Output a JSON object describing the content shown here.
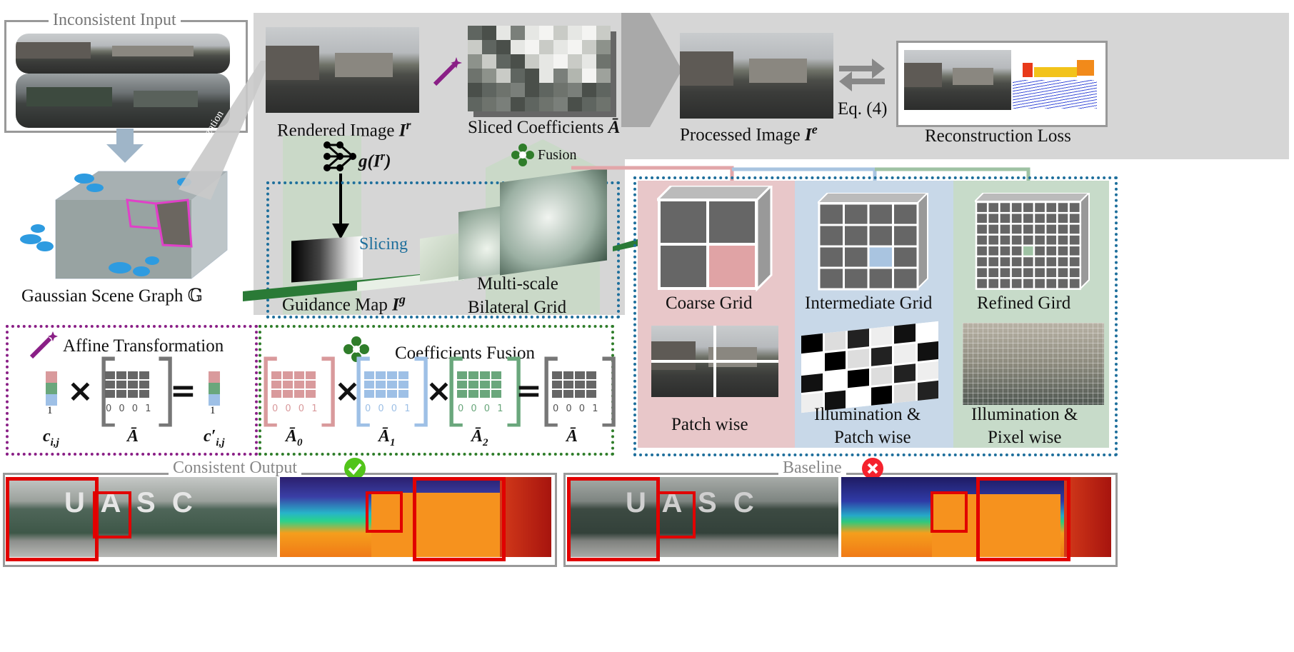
{
  "inconsistent_input": {
    "title": "Inconsistent Input"
  },
  "scene_graph": {
    "label": "Gaussian Scene Graph 𝔾",
    "rasterization": "Rasterization"
  },
  "rendered": {
    "label": "Rendered Image ",
    "symbol": "I",
    "sup": "r"
  },
  "sliced": {
    "label": "Sliced Coefficients ",
    "symbol": "Ā"
  },
  "processed": {
    "label": "Processed Image ",
    "symbol": "I",
    "sup": "e"
  },
  "equation": {
    "label": "Eq. (4)"
  },
  "recon": {
    "label": "Reconstruction Loss"
  },
  "network": {
    "label": "g(I",
    "sup": "r",
    "close": ")"
  },
  "fusion": {
    "label": "Fusion"
  },
  "slicing": {
    "label": "Slicing"
  },
  "guidance": {
    "label": "Guidance Map ",
    "symbol": "I",
    "sup": "g"
  },
  "bilateral": {
    "line1": "Multi-scale",
    "line2": "Bilateral Grid"
  },
  "grids": {
    "coarse": {
      "title": "Coarse Grid",
      "caption": "Patch wise"
    },
    "intermediate": {
      "title": "Intermediate Grid",
      "caption1": "Illumination &",
      "caption2": "Patch wise"
    },
    "refined": {
      "title": "Refined Gird",
      "caption1": "Illumination &",
      "caption2": "Pixel wise"
    }
  },
  "affine": {
    "title": "Affine Transformation",
    "c": "c",
    "c_sub": "i,j",
    "cp": "c′",
    "cp_sub": "i,j",
    "abar": "Ā",
    "one": "1",
    "row": "0 0 0 1"
  },
  "coef_fusion": {
    "title": "Coefficients Fusion",
    "a0": "Ā",
    "a0_sub": "0",
    "a1": "Ā",
    "a1_sub": "1",
    "a2": "Ā",
    "a2_sub": "2",
    "abar": "Ā",
    "row": "0 0 0 1"
  },
  "consistent_output": {
    "title": "Consistent Output",
    "letters": "U  A S  C"
  },
  "baseline": {
    "title": "Baseline"
  },
  "colors": {
    "purple": "#8a1f86",
    "green": "#2f7d2a",
    "blue": "#1e6f9c",
    "pink": "#e8c7c9",
    "lightblue": "#c8d8e8",
    "lightgreen": "#c7dbc9",
    "gray_band": "#d3d3d3",
    "red": "#e10000"
  }
}
